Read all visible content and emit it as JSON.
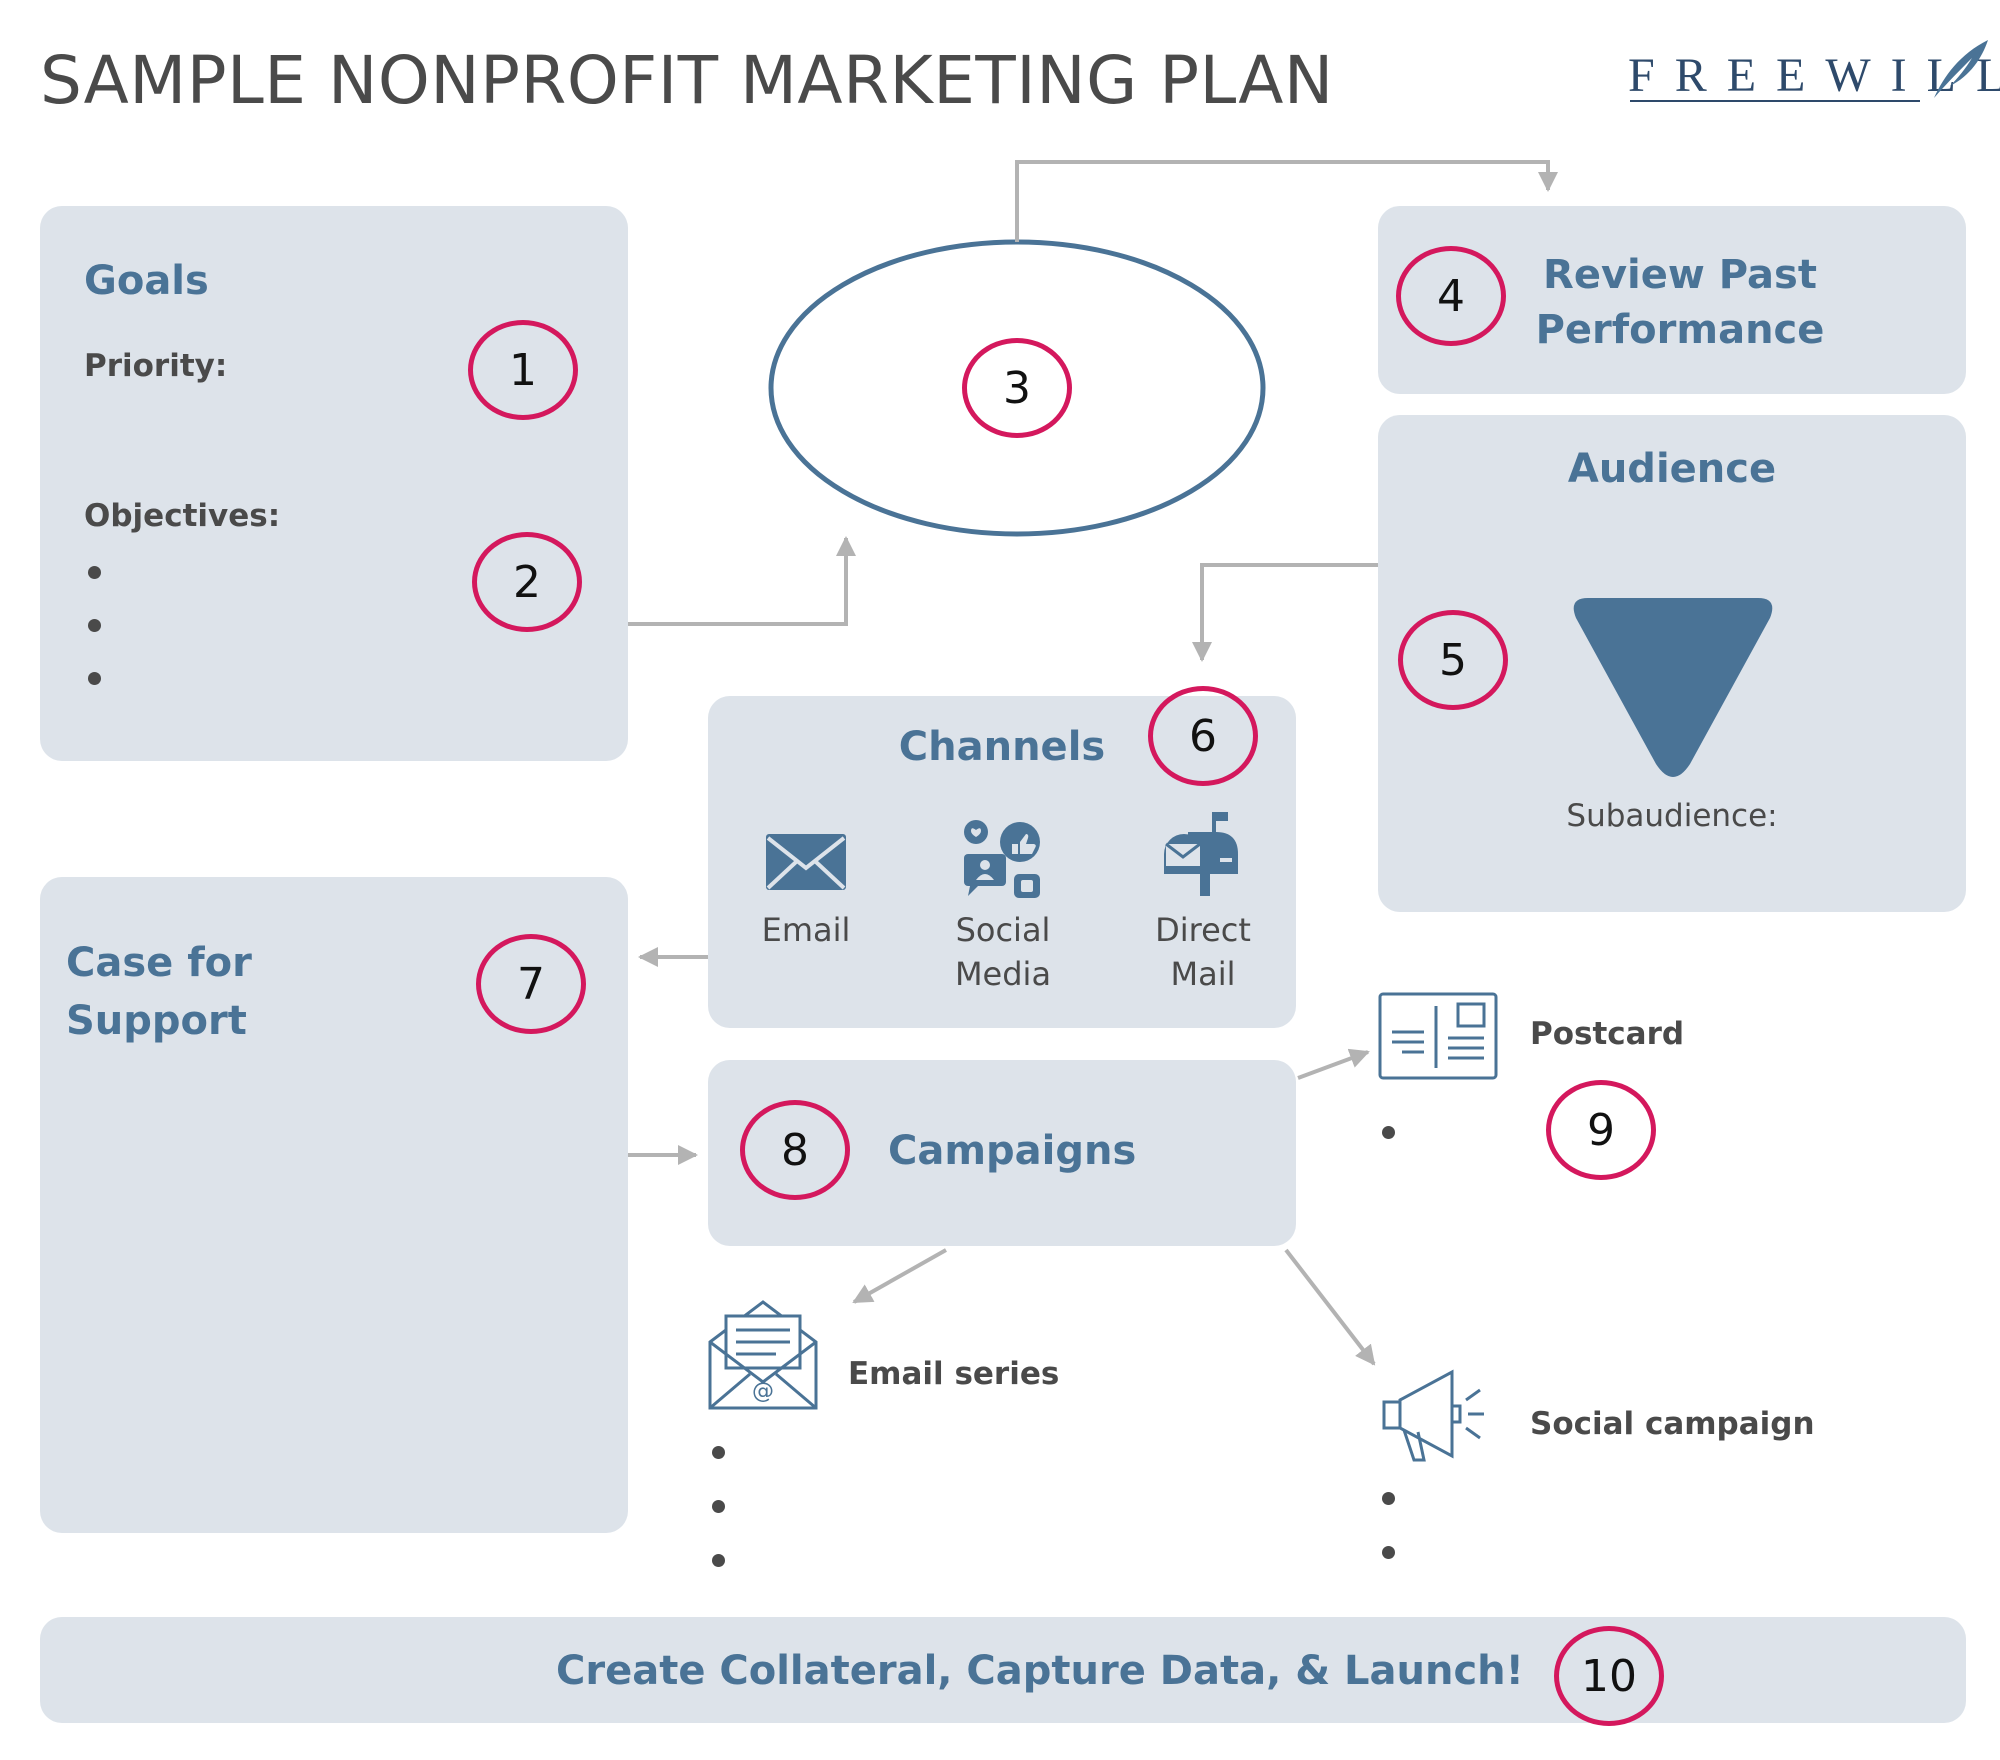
{
  "header": {
    "title": "SAMPLE NONPROFIT MARKETING PLAN",
    "logo_text": "FREEWILL"
  },
  "goals": {
    "heading": "Goals",
    "priority_label": "Priority:",
    "objectives_label": "Objectives:"
  },
  "review": {
    "heading_line1": "Review Past",
    "heading_line2": "Performance"
  },
  "audience": {
    "heading": "Audience",
    "subaudience_label": "Subaudience:"
  },
  "channels": {
    "heading": "Channels",
    "email": "Email",
    "social_line1": "Social",
    "social_line2": "Media",
    "direct_line1": "Direct",
    "direct_line2": "Mail"
  },
  "case": {
    "heading_line1": "Case for",
    "heading_line2": "Support"
  },
  "campaigns": {
    "heading": "Campaigns"
  },
  "outputs": {
    "postcard": "Postcard",
    "email_series": "Email series",
    "social_campaign": "Social campaign"
  },
  "launch": {
    "text": "Create Collateral, Capture Data, & Launch!"
  },
  "badges": [
    "1",
    "2",
    "3",
    "4",
    "5",
    "6",
    "7",
    "8",
    "9",
    "10"
  ],
  "colors": {
    "accent_blue": "#4a7396",
    "box_fill": "#dde3ea",
    "badge_ring": "#d4185d",
    "connector": "#b3b3b3"
  },
  "icons": [
    "feather-quill-icon",
    "envelope-icon",
    "social-media-icon",
    "mailbox-icon",
    "postcard-icon",
    "email-newsletter-icon",
    "megaphone-icon",
    "funnel-icon"
  ]
}
